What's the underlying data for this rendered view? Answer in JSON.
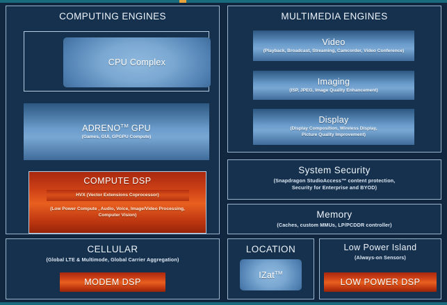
{
  "diagram": {
    "title": "Snapdragon Processor Architecture Block Diagram",
    "accent_teal": "#1a6b7e",
    "accent_orange": "#e8601f",
    "background": "#10273f",
    "panel_background": "#15314e",
    "border_color": "#9fb6cf"
  },
  "computing_engines": {
    "title": "COMPUTING ENGINES",
    "cpu": {
      "title": "CPU Complex"
    },
    "gpu": {
      "title_prefix": "ADRENO",
      "trademark": "TM",
      "title_suffix": "GPU",
      "subtitle": "(Games, GUI, GPGPU Compute)"
    },
    "compute_dsp": {
      "title": "COMPUTE DSP",
      "hvx": "HVX (Vector Extensions Coprocessor)",
      "subtitle_line1": "(Low Power Compute , Audio, Voice, Image/Video Processing,",
      "subtitle_line2": "Computer Vision)"
    }
  },
  "multimedia_engines": {
    "title": "MULTIMEDIA ENGINES",
    "video": {
      "title": "Video",
      "subtitle": "(Playback, Broadcast, Streaming, Camcorder, Video Conference)"
    },
    "imaging": {
      "title": "Imaging",
      "subtitle": "(ISP, JPEG, Image Quality Enhancement)"
    },
    "display": {
      "title": "Display",
      "subtitle_line1": "(Display Composition,  Wireless Display,",
      "subtitle_line2": "Picture Quality Improvement)"
    }
  },
  "system_security": {
    "title": "System Security",
    "subtitle_line1": "(Snapdragon StudioAccess™  content protection,",
    "subtitle_line2": "Security for Enterprise  and BYOD)"
  },
  "memory": {
    "title": "Memory",
    "subtitle": "(Caches, custom MMUs, LP/PCDDR  controller)"
  },
  "cellular": {
    "title": "CELLULAR",
    "subtitle": "(Global LTE & Multimode, Global Carrier Aggregation)",
    "modem_dsp": "MODEM DSP"
  },
  "location": {
    "title": "LOCATION",
    "izat_prefix": "IZat",
    "izat_trademark": "TM"
  },
  "low_power_island": {
    "title": "Low Power Island",
    "subtitle": "(Always-on Sensors)",
    "low_power_dsp": "LOW POWER DSP"
  }
}
